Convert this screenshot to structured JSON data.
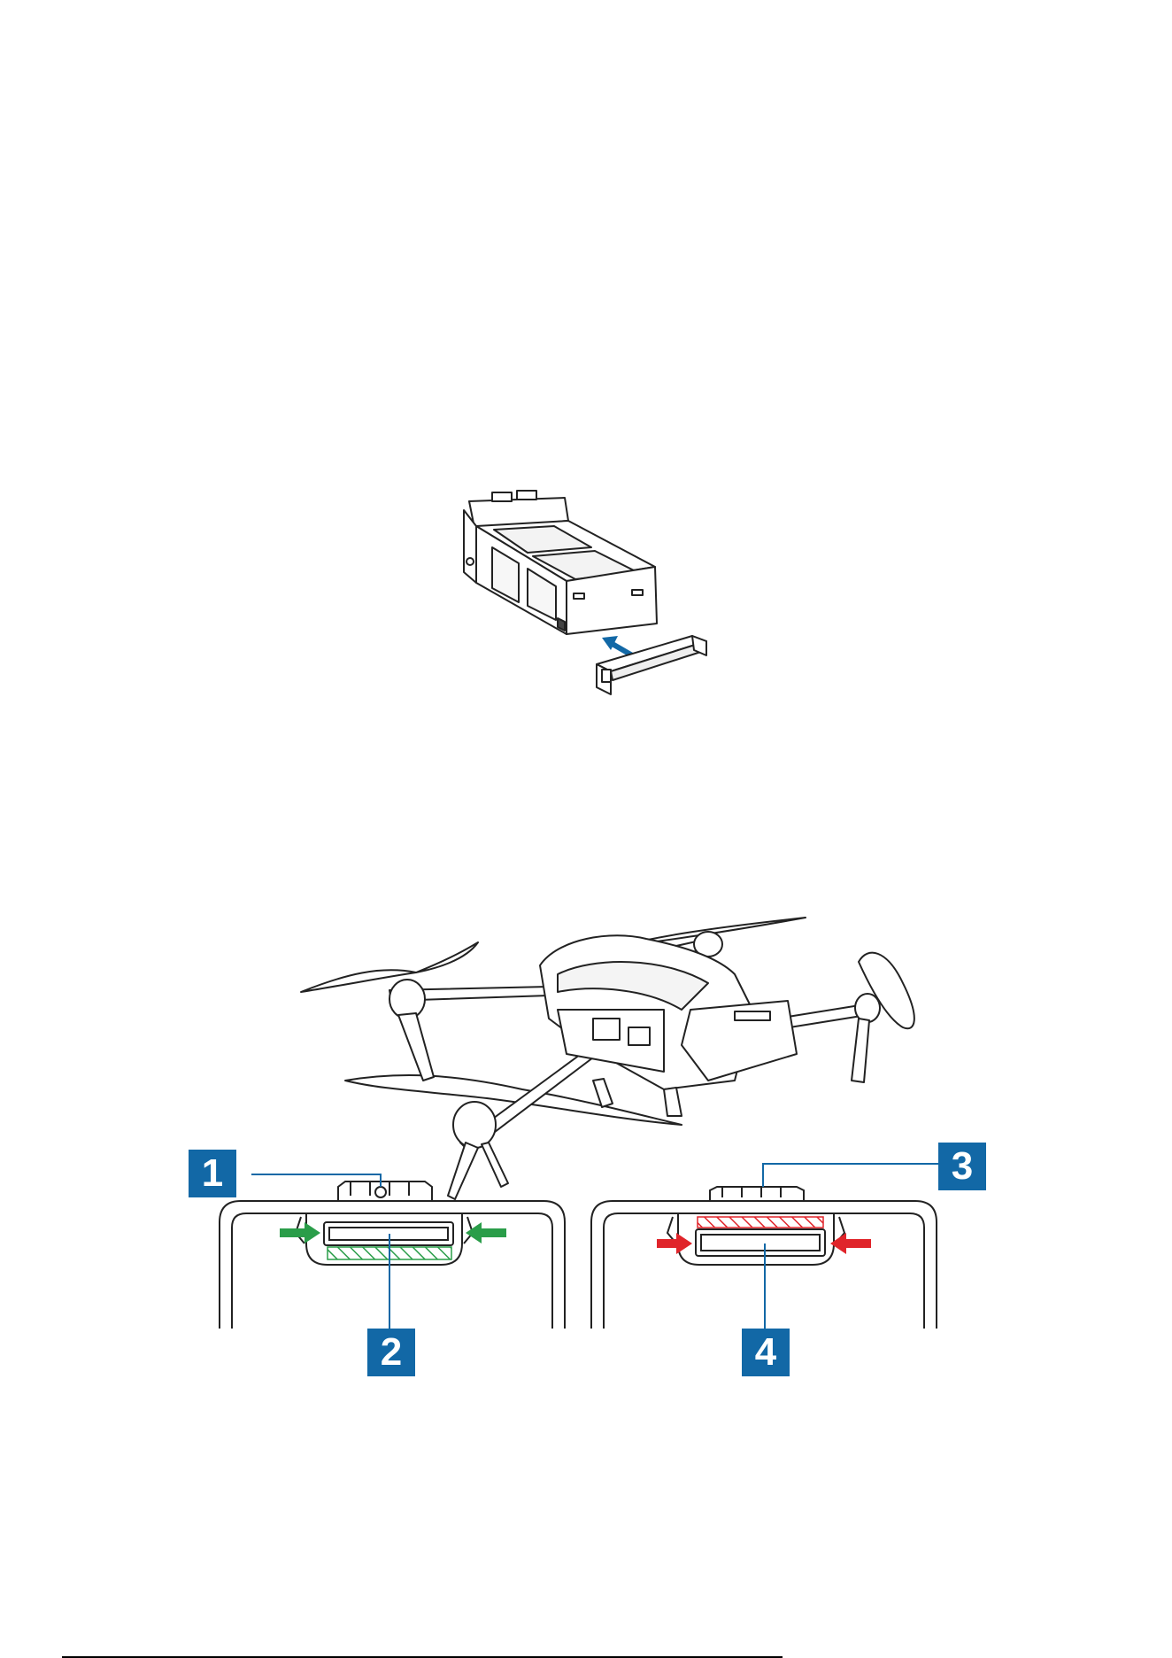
{
  "callouts": [
    {
      "label": "1"
    },
    {
      "label": "2"
    },
    {
      "label": "3"
    },
    {
      "label": "4"
    }
  ],
  "colors": {
    "callout_bg": "#1268a6",
    "leader_line": "#1268a6",
    "arrow_assembly": "#1268a6",
    "arrow_correct": "#2a9d49",
    "arrow_wrong": "#e0242a",
    "hatch_correct": "#2a9d49",
    "hatch_wrong": "#e0242a",
    "line_art": "#222222"
  },
  "icons": [
    "battery-illustration",
    "battery-cover-clip",
    "drone-illustration",
    "connector-detail-correct",
    "connector-detail-incorrect"
  ]
}
